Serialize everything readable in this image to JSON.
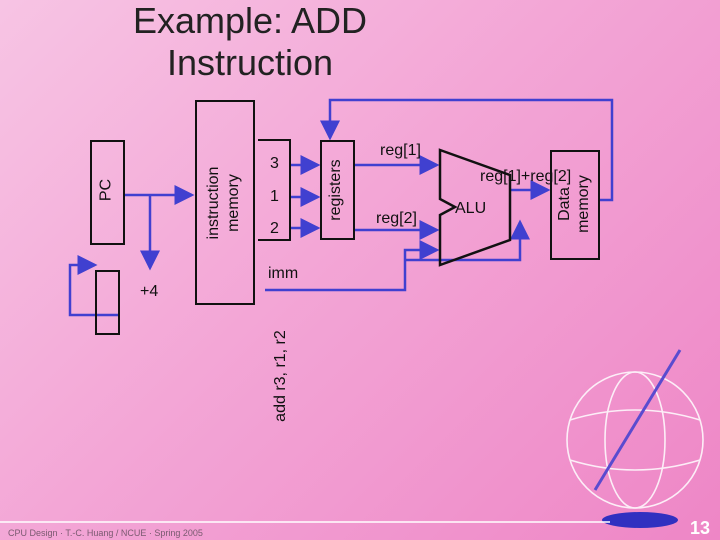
{
  "slide": {
    "title_line1": "Example: ADD",
    "title_line2": "Instruction",
    "footer": "CPU Design · T.-C. Huang / NCUE · Spring 2005",
    "page_number": "13"
  },
  "diagram": {
    "pc_label": "PC",
    "imem_label_line1": "instruction",
    "imem_label_line2": "memory",
    "field_rd": "3",
    "field_rs": "1",
    "field_rt": "2",
    "registers_label": "registers",
    "reg1_label": "reg[1]",
    "reg2_label": "reg[2]",
    "alu_label": "ALU",
    "sum_label": "reg[1]+reg[2]",
    "dmem_label_line1": "Data",
    "dmem_label_line2": "memory",
    "imm_label": "imm",
    "plus4_label": "+4",
    "instr_label": "add r3, r1, r2"
  }
}
